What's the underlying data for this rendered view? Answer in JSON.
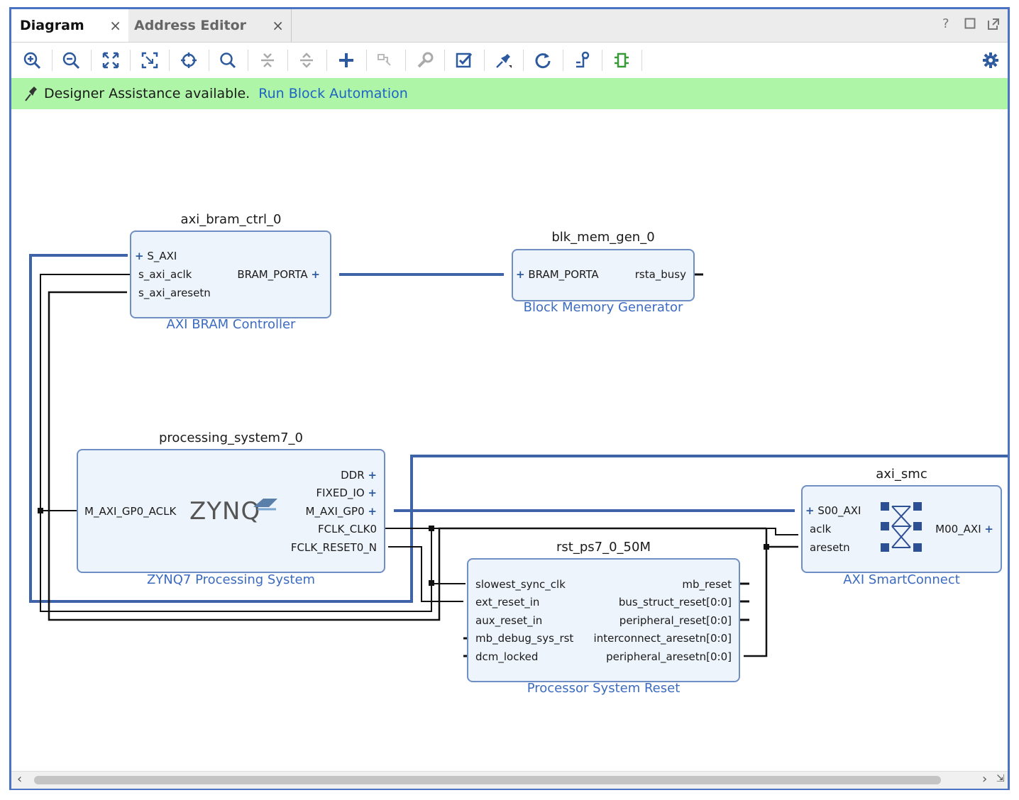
{
  "tabs": [
    {
      "label": "Diagram",
      "active": true
    },
    {
      "label": "Address Editor",
      "active": false
    }
  ],
  "window_controls": [
    "?",
    "□",
    "⧉"
  ],
  "toolbar": {
    "icons": [
      "zoom-in-icon",
      "zoom-out-icon",
      "fit-view-icon",
      "zoom-fit-selection-icon",
      "auto-fit-selection-icon",
      "search-icon",
      "collapse-all-icon",
      "expand-all-icon",
      "add-ip-icon",
      "make-connection-icon",
      "properties-icon",
      "validate-design-icon",
      "pin-icon",
      "regenerate-layout-icon",
      "optimize-routing-icon",
      "hierarchy-icon",
      "settings-gear-icon"
    ]
  },
  "assistance": {
    "message": "Designer Assistance available.",
    "link": "Run Block Automation"
  },
  "blocks": {
    "axi_bram_ctrl_0": {
      "name": "axi_bram_ctrl_0",
      "type": "AXI BRAM Controller",
      "pins_left": [
        "S_AXI",
        "s_axi_aclk",
        "s_axi_aresetn"
      ],
      "pins_right": [
        "BRAM_PORTA"
      ]
    },
    "blk_mem_gen_0": {
      "name": "blk_mem_gen_0",
      "type": "Block Memory Generator",
      "pins_left": [
        "BRAM_PORTA"
      ],
      "pins_right": [
        "rsta_busy"
      ]
    },
    "processing_system7_0": {
      "name": "processing_system7_0",
      "type": "ZYNQ7 Processing System",
      "logo": "ZYNQ",
      "pins_left": [
        "M_AXI_GP0_ACLK"
      ],
      "pins_right": [
        "DDR",
        "FIXED_IO",
        "M_AXI_GP0",
        "FCLK_CLK0",
        "FCLK_RESET0_N"
      ]
    },
    "axi_smc": {
      "name": "axi_smc",
      "type": "AXI SmartConnect",
      "pins_left": [
        "S00_AXI",
        "aclk",
        "aresetn"
      ],
      "pins_right": [
        "M00_AXI"
      ]
    },
    "rst_ps7_0_50M": {
      "name": "rst_ps7_0_50M",
      "type": "Processor System Reset",
      "pins_left": [
        "slowest_sync_clk",
        "ext_reset_in",
        "aux_reset_in",
        "mb_debug_sys_rst",
        "dcm_locked"
      ],
      "pins_right": [
        "mb_reset",
        "bus_struct_reset[0:0]",
        "peripheral_reset[0:0]",
        "interconnect_aresetn[0:0]",
        "peripheral_aresetn[0:0]"
      ]
    }
  },
  "colors": {
    "frame": "#4a74c3",
    "assist_bg": "#aef5a8",
    "block_fill": "#eef4fc",
    "block_border": "#6f8fc4",
    "bus_wire": "#3e63a8",
    "net_wire": "#111111",
    "link": "#1f63c5"
  }
}
